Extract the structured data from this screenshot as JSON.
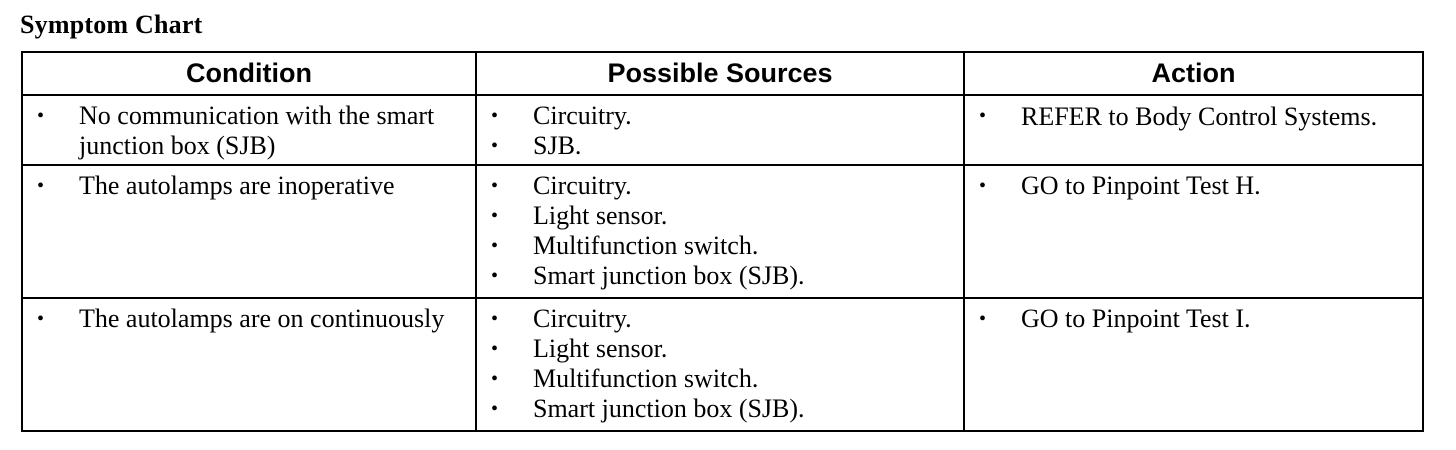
{
  "title": "Symptom Chart",
  "columns": {
    "condition": "Condition",
    "sources": "Possible Sources",
    "action": "Action"
  },
  "bullet": "•",
  "rows": [
    {
      "condition": [
        "No communication with the smart junction box (SJB)"
      ],
      "sources": [
        "Circuitry.",
        "SJB."
      ],
      "action": [
        "REFER to Body Control Systems."
      ]
    },
    {
      "condition": [
        "The autolamps are inoperative"
      ],
      "sources": [
        "Circuitry.",
        "Light sensor.",
        "Multifunction switch.",
        "Smart junction box (SJB)."
      ],
      "action": [
        "GO to Pinpoint Test H."
      ]
    },
    {
      "condition": [
        "The autolamps are on continuously"
      ],
      "sources": [
        "Circuitry.",
        "Light sensor.",
        "Multifunction switch.",
        "Smart junction box (SJB)."
      ],
      "action": [
        "GO to Pinpoint Test I."
      ]
    }
  ]
}
